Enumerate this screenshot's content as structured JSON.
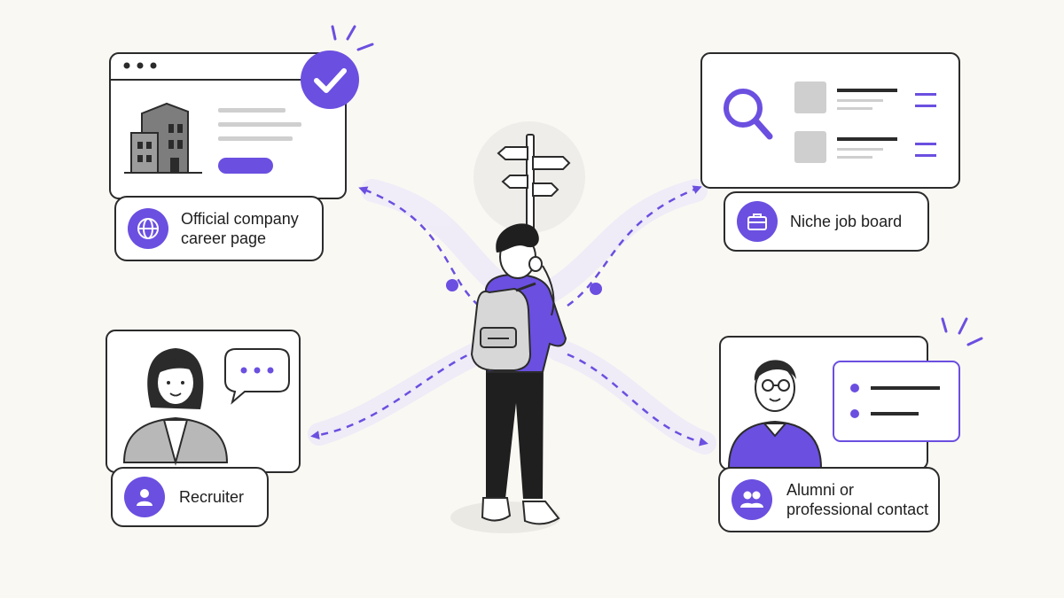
{
  "colors": {
    "accent": "#6b4fe0",
    "accent_light": "#e7e1fb",
    "ink": "#2b2b2b",
    "background": "#faf8f3",
    "gray": "#cfcfcf"
  },
  "center": {
    "figure": "person-with-backpack-icon",
    "signpost": "signpost-icon"
  },
  "options": [
    {
      "id": "career-page",
      "label_lines": [
        "Official company",
        "career page"
      ],
      "icon": "globe-icon",
      "illustration": "browser-window-with-building-icon",
      "badge": "checkmark-icon"
    },
    {
      "id": "job-board",
      "label_lines": [
        "Niche job board"
      ],
      "icon": "briefcase-icon",
      "illustration": "search-results-window-icon"
    },
    {
      "id": "recruiter",
      "label_lines": [
        "Recruiter"
      ],
      "icon": "user-icon",
      "illustration": "recruiter-portrait-with-chat-bubble-icon"
    },
    {
      "id": "alumni",
      "label_lines": [
        "Alumni or",
        "professional contact"
      ],
      "icon": "people-icon",
      "illustration": "contact-portrait-with-message-card-icon"
    }
  ]
}
